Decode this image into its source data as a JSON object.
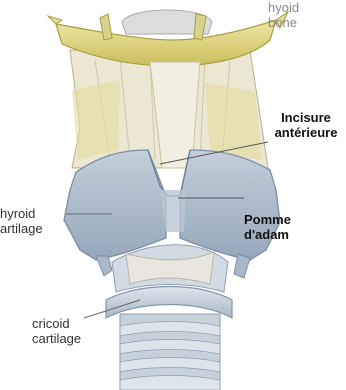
{
  "labels": {
    "hyoid_bone": [
      "hyoid",
      "bone"
    ],
    "thyroid_cartilage": [
      "hyroid",
      "artilage"
    ],
    "incisure": [
      "Incisure",
      "antérieure"
    ],
    "pomme": [
      "Pomme",
      "d'adam"
    ],
    "cricoid_cartilage": [
      "cricoid",
      "cartilage"
    ]
  },
  "colors": {
    "hyoid": "#e3da85",
    "hyoid_edge": "#b9ad45",
    "thyroid_plate": "#aebdcb",
    "thyroid_edge": "#7f93a6",
    "membrane": "#e9e4cf",
    "cartilage_ring": "#c8d2dd",
    "label_line": "#555555"
  }
}
